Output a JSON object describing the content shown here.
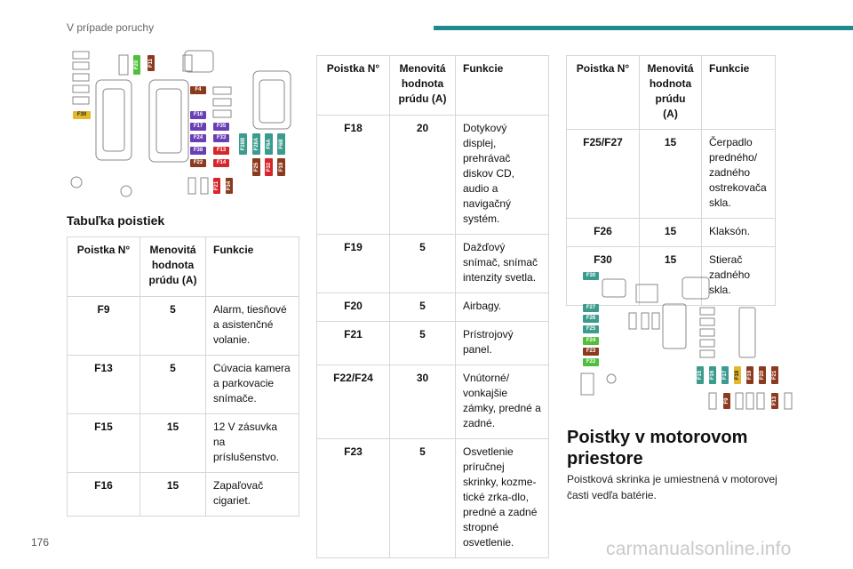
{
  "header": {
    "section": "V prípade poruchy"
  },
  "page_number": "176",
  "watermark": "carmanualsonline.info",
  "diagram1": {
    "labels": {
      "F30": "F30",
      "F11": "F11",
      "F20": "F20",
      "F4": "F4",
      "F16": "F16",
      "F17": "F17",
      "F24": "F24",
      "F38": "F38",
      "F22": "F22",
      "F35": "F35",
      "F33": "F33",
      "F13": "F13",
      "F14": "F14",
      "F28B": "F28B",
      "F28A": "F28A",
      "F6A": "F6A",
      "F6B": "F6B",
      "F25": "F25",
      "F32": "F32",
      "F19": "F19",
      "F21": "F21",
      "F34": "F34"
    }
  },
  "diagram2": {
    "labels": {
      "F30": "F30",
      "F27": "F27",
      "F26": "F26",
      "F25": "F25",
      "F24": "F24",
      "F23": "F23",
      "F22": "F22",
      "F15": "F15",
      "F16": "F16",
      "F17": "F17",
      "F18": "F18",
      "F19": "F19",
      "F20": "F20",
      "F21": "F21",
      "F9": "F9",
      "F13": "F13"
    }
  },
  "table_title": "Tabuľka poistiek",
  "columns": {
    "fuse": "Poistka N°",
    "rating": "Menovitá hodnota prúdu (A)",
    "function": "Funkcie"
  },
  "table1": [
    {
      "fuse": "F9",
      "rating": "5",
      "function": "Alarm, tiesňové a asistenčné volanie."
    },
    {
      "fuse": "F13",
      "rating": "5",
      "function": "Cúvacia kamera a parkovacie snímače."
    },
    {
      "fuse": "F15",
      "rating": "15",
      "function": "12 V zásuvka na príslušenstvo."
    },
    {
      "fuse": "F16",
      "rating": "15",
      "function": "Zapaľovač cigariet."
    }
  ],
  "table2": [
    {
      "fuse": "F18",
      "rating": "20",
      "function": "Dotykový displej, prehrávač diskov CD, audio a navigačný systém."
    },
    {
      "fuse": "F19",
      "rating": "5",
      "function": "Dažďový snímač, snímač intenzity svetla."
    },
    {
      "fuse": "F20",
      "rating": "5",
      "function": "Airbagy."
    },
    {
      "fuse": "F21",
      "rating": "5",
      "function": "Prístrojový panel."
    },
    {
      "fuse": "F22/F24",
      "rating": "30",
      "function": "Vnútorné/ vonkajšie zámky, predné a zadné."
    },
    {
      "fuse": "F23",
      "rating": "5",
      "function": "Osvetlenie príručnej skrinky, kozme-tické zrka-dlo, predné a zadné stropné osvetlenie."
    }
  ],
  "table3": [
    {
      "fuse": "F25/F27",
      "rating": "15",
      "function": "Čerpadlo predného/ zadného ostrekovača skla."
    },
    {
      "fuse": "F26",
      "rating": "15",
      "function": "Klaksón."
    },
    {
      "fuse": "F30",
      "rating": "15",
      "function": "Stierač zadného skla."
    }
  ],
  "engine_section": {
    "title": "Poistky v motorovom priestore",
    "text": "Poistková skrinka je umiestnená v motorovej časti vedľa batérie."
  }
}
